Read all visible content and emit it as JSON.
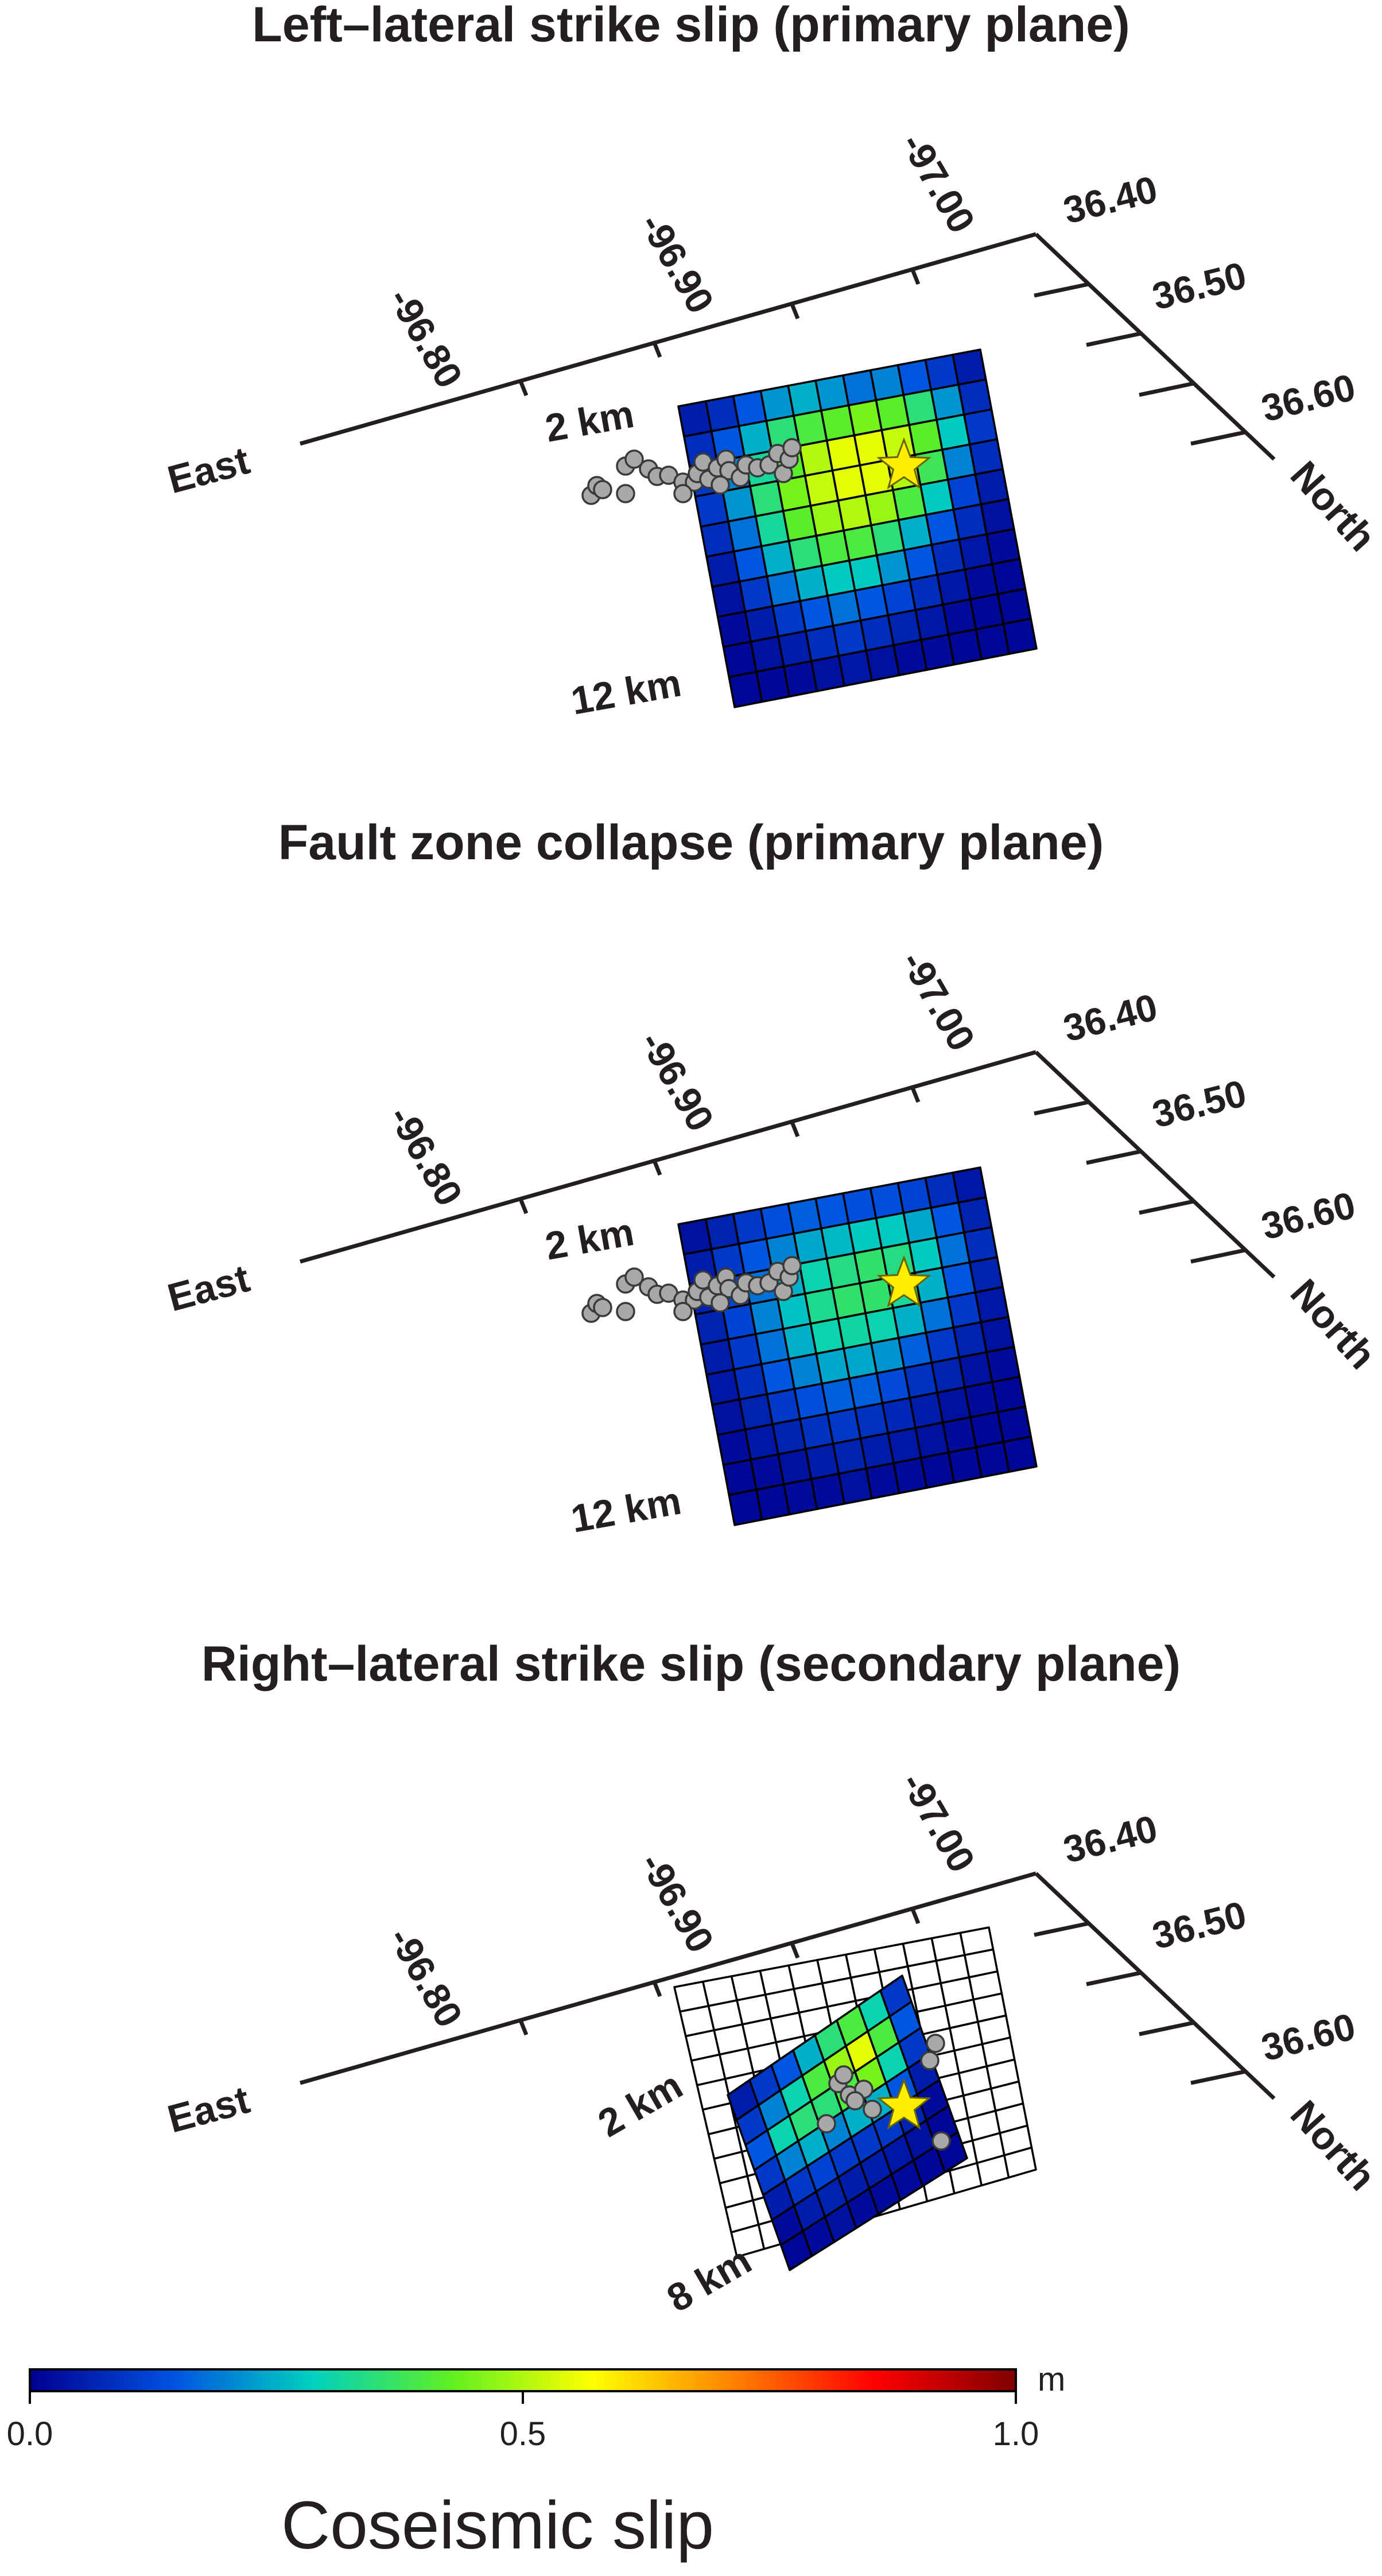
{
  "panels": [
    {
      "title": "Left–lateral strike slip (primary plane)",
      "lon_ticks": [
        "-96.80",
        "-96.90",
        "-97.00"
      ],
      "lat_ticks": [
        "36.40",
        "36.50",
        "36.60"
      ],
      "east_label": "East",
      "north_label": "North",
      "depth_top": "2 km",
      "depth_bottom": "12 km",
      "slip_grid": [
        [
          0.05,
          0.08,
          0.15,
          0.22,
          0.25,
          0.22,
          0.18,
          0.2,
          0.15,
          0.1,
          0.05
        ],
        [
          0.08,
          0.15,
          0.25,
          0.35,
          0.4,
          0.42,
          0.45,
          0.42,
          0.35,
          0.22,
          0.08
        ],
        [
          0.1,
          0.2,
          0.32,
          0.42,
          0.5,
          0.55,
          0.55,
          0.52,
          0.42,
          0.28,
          0.1
        ],
        [
          0.1,
          0.22,
          0.35,
          0.45,
          0.52,
          0.55,
          0.55,
          0.5,
          0.38,
          0.2,
          0.08
        ],
        [
          0.08,
          0.18,
          0.32,
          0.42,
          0.48,
          0.5,
          0.48,
          0.4,
          0.28,
          0.12,
          0.05
        ],
        [
          0.05,
          0.15,
          0.25,
          0.35,
          0.4,
          0.4,
          0.35,
          0.25,
          0.15,
          0.08,
          0.03
        ],
        [
          0.03,
          0.1,
          0.18,
          0.25,
          0.28,
          0.28,
          0.22,
          0.15,
          0.08,
          0.04,
          0.02
        ],
        [
          0.02,
          0.05,
          0.1,
          0.15,
          0.18,
          0.15,
          0.12,
          0.08,
          0.04,
          0.02,
          0.01
        ],
        [
          0.01,
          0.03,
          0.05,
          0.08,
          0.1,
          0.08,
          0.06,
          0.04,
          0.02,
          0.01,
          0.01
        ],
        [
          0.01,
          0.01,
          0.02,
          0.03,
          0.04,
          0.03,
          0.02,
          0.02,
          0.01,
          0.01,
          0.01
        ]
      ]
    },
    {
      "title": "Fault zone collapse (primary plane)",
      "lon_ticks": [
        "-96.80",
        "-96.90",
        "-97.00"
      ],
      "lat_ticks": [
        "36.40",
        "36.50",
        "36.60"
      ],
      "east_label": "East",
      "north_label": "North",
      "depth_top": "2 km",
      "depth_bottom": "12 km",
      "slip_grid": [
        [
          0.03,
          0.06,
          0.1,
          0.14,
          0.16,
          0.15,
          0.14,
          0.14,
          0.12,
          0.08,
          0.04
        ],
        [
          0.05,
          0.1,
          0.15,
          0.2,
          0.24,
          0.26,
          0.28,
          0.28,
          0.24,
          0.15,
          0.06
        ],
        [
          0.06,
          0.12,
          0.18,
          0.25,
          0.3,
          0.34,
          0.36,
          0.34,
          0.28,
          0.18,
          0.08
        ],
        [
          0.06,
          0.12,
          0.2,
          0.27,
          0.33,
          0.36,
          0.36,
          0.32,
          0.25,
          0.15,
          0.06
        ],
        [
          0.05,
          0.1,
          0.18,
          0.25,
          0.3,
          0.31,
          0.3,
          0.25,
          0.18,
          0.1,
          0.04
        ],
        [
          0.04,
          0.08,
          0.15,
          0.2,
          0.24,
          0.24,
          0.22,
          0.16,
          0.1,
          0.06,
          0.03
        ],
        [
          0.03,
          0.06,
          0.1,
          0.14,
          0.16,
          0.16,
          0.13,
          0.09,
          0.06,
          0.03,
          0.02
        ],
        [
          0.02,
          0.04,
          0.06,
          0.09,
          0.1,
          0.09,
          0.07,
          0.05,
          0.03,
          0.02,
          0.01
        ],
        [
          0.01,
          0.02,
          0.03,
          0.05,
          0.06,
          0.05,
          0.04,
          0.03,
          0.02,
          0.01,
          0.01
        ],
        [
          0.01,
          0.01,
          0.02,
          0.02,
          0.03,
          0.02,
          0.02,
          0.01,
          0.01,
          0.01,
          0.01
        ]
      ]
    },
    {
      "title": "Right–lateral strike slip (secondary plane)",
      "lon_ticks": [
        "-96.80",
        "-96.90",
        "-97.00"
      ],
      "lat_ticks": [
        "36.40",
        "36.50",
        "36.60"
      ],
      "east_label": "East",
      "north_label": "North",
      "depth_top": "2 km",
      "depth_bottom": "8 km",
      "slip_grid": [
        [
          0.05,
          0.1,
          0.15,
          0.25,
          0.35,
          0.4,
          0.3,
          0.1
        ],
        [
          0.1,
          0.2,
          0.3,
          0.4,
          0.48,
          0.55,
          0.4,
          0.15
        ],
        [
          0.15,
          0.3,
          0.35,
          0.35,
          0.4,
          0.45,
          0.3,
          0.1
        ],
        [
          0.1,
          0.2,
          0.25,
          0.2,
          0.25,
          0.25,
          0.15,
          0.05
        ],
        [
          0.05,
          0.1,
          0.12,
          0.1,
          0.1,
          0.1,
          0.06,
          0.02
        ],
        [
          0.02,
          0.05,
          0.06,
          0.05,
          0.05,
          0.04,
          0.03,
          0.01
        ],
        [
          0.01,
          0.02,
          0.03,
          0.02,
          0.02,
          0.02,
          0.01,
          0.01
        ]
      ]
    }
  ],
  "colorbar": {
    "ticks": [
      "0.0",
      "0.5",
      "1.0"
    ],
    "tick_values": [
      0.0,
      0.5,
      1.0
    ],
    "range": [
      0.0,
      1.0
    ],
    "unit": "m",
    "label": "Coseismic slip",
    "colormap": [
      "#00008f",
      "#0050e0",
      "#00d0c0",
      "#60f020",
      "#ffff00",
      "#ff8000",
      "#ff0000",
      "#800000"
    ]
  },
  "colors": {
    "ink": "#231f20",
    "aftershock": "#a8a8a8",
    "hypocenter": "#ffee00"
  }
}
